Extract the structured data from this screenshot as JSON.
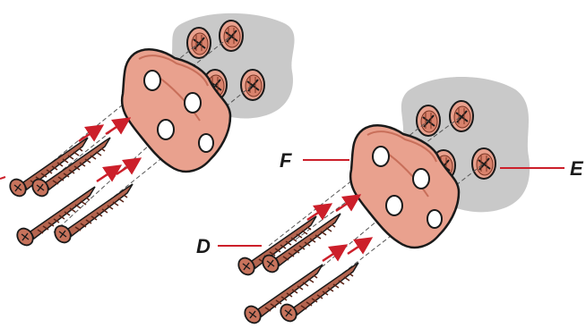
{
  "diagram": {
    "callouts": {
      "d": "D",
      "e": "E",
      "f": "F"
    },
    "colors": {
      "bracket": "#e9a18e",
      "bracket_dark": "#c86f5a",
      "screw": "#b5654f",
      "screw_dark": "#7a3524",
      "arrow": "#cc1f2a",
      "wall": "#c9c9c9",
      "outline": "#1a1a1a"
    }
  }
}
